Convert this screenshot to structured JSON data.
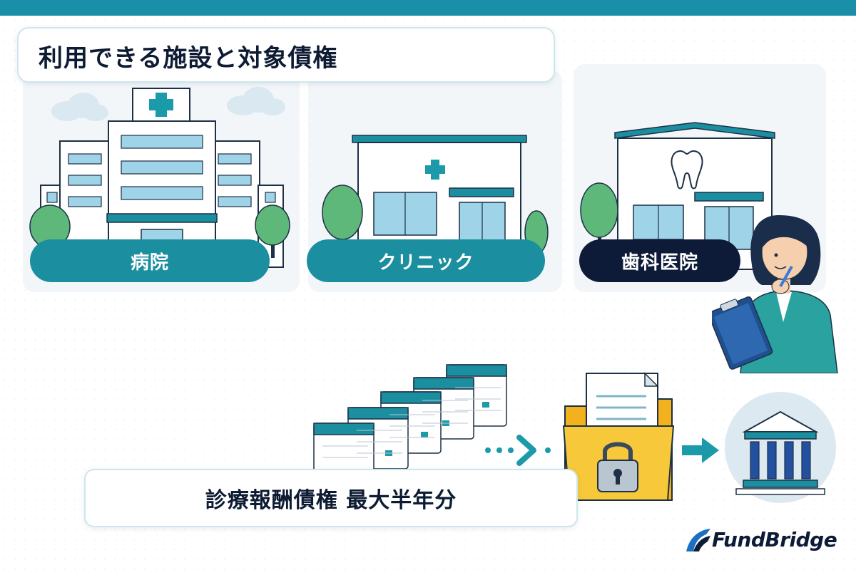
{
  "title": "利用できる施設と対象債権",
  "facilities": [
    {
      "label": "病院",
      "style": "teal"
    },
    {
      "label": "クリニック",
      "style": "teal"
    },
    {
      "label": "歯科医院",
      "style": "navy"
    }
  ],
  "claim_label": "診療報酬債権 最大半年分",
  "logo_text": "FundBridge",
  "colors": {
    "teal": "#1b8fa0",
    "navy": "#0d1b38",
    "folder": "#f4c330",
    "topbar": "#1a8fa8"
  }
}
